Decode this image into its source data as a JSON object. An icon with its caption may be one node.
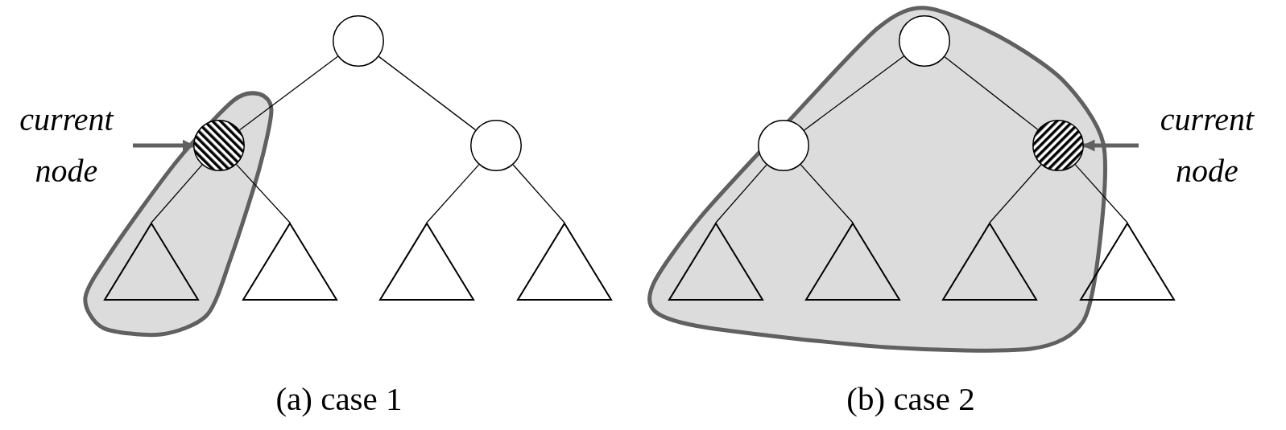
{
  "diagram": {
    "nodes": [
      {
        "text": [
          "current node"
        ]
      },
      {
        "text": [],
        "shape": "circle"
      },
      {
        "text": [],
        "shape": "circle"
      },
      {
        "text": [],
        "shape": "circle"
      },
      {
        "text": [],
        "shape": "triangle"
      },
      {
        "text": [],
        "shape": "triangle"
      },
      {
        "text": [],
        "shape": "triangle"
      },
      {
        "text": [],
        "shape": "triangle"
      },
      {
        "text": [],
        "shape": "circle"
      },
      {
        "text": [],
        "shape": "circle"
      },
      {
        "text": [],
        "shape": "circle"
      },
      {
        "text": [
          "current node"
        ]
      },
      {
        "text": [],
        "shape": "triangle"
      },
      {
        "text": [],
        "shape": "triangle"
      },
      {
        "text": [],
        "shape": "triangle"
      },
      {
        "text": [],
        "shape": "triangle"
      }
    ],
    "edges": [
      {
        "from": 1,
        "to": 2,
        "arrow": "none"
      },
      {
        "from": 1,
        "to": 3,
        "arrow": "none"
      },
      {
        "from": 2,
        "to": 4,
        "arrow": "none"
      },
      {
        "from": 2,
        "to": 5,
        "arrow": "none"
      },
      {
        "from": 3,
        "to": 6,
        "arrow": "none"
      },
      {
        "from": 3,
        "to": 7,
        "arrow": "none"
      },
      {
        "from": 8,
        "to": 9,
        "arrow": "none"
      },
      {
        "from": 8,
        "to": 10,
        "arrow": "none"
      },
      {
        "from": 9,
        "to": 12,
        "arrow": "none"
      },
      {
        "from": 9,
        "to": 13,
        "arrow": "none"
      },
      {
        "from": 10,
        "to": 14,
        "arrow": "none"
      },
      {
        "from": 10,
        "to": 15,
        "arrow": "none"
      },
      {
        "from": 0,
        "to": 2,
        "arrow": "to",
        "style": "thick",
        "color": "#606060"
      },
      {
        "from": 11,
        "to": 10,
        "arrow": "to",
        "style": "thick",
        "color": "#606060"
      }
    ],
    "labels": [
      "(a) case 1",
      "(b) case 2"
    ]
  }
}
